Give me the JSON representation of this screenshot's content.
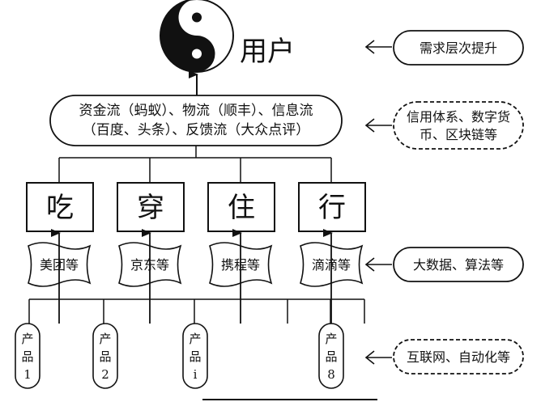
{
  "top": {
    "user_label": "用户",
    "flows_line1": "资金流（蚂蚁）、物流（顺丰）、信息流",
    "flows_line2": "（百度、头条）、反馈流（大众点评）"
  },
  "categories": [
    {
      "label": "吃",
      "platform": "美团等"
    },
    {
      "label": "穿",
      "platform": "京东等"
    },
    {
      "label": "住",
      "platform": "携程等"
    },
    {
      "label": "行",
      "platform": "滴滴等"
    }
  ],
  "products": [
    {
      "lines": [
        "产",
        "品",
        "1"
      ]
    },
    {
      "lines": [
        "产",
        "品",
        "2"
      ]
    },
    {
      "lines": [
        "产",
        "品",
        "i"
      ]
    },
    {
      "lines": [
        "产",
        "品",
        "8"
      ]
    }
  ],
  "side_labels": [
    {
      "lines": [
        "需求层次提升"
      ]
    },
    {
      "lines": [
        "信用体系、数字货",
        "币、区块链等"
      ]
    },
    {
      "lines": [
        "大数据、算法等"
      ]
    },
    {
      "lines": [
        "互联网、自动化等"
      ]
    }
  ],
  "colors": {
    "stroke": "#111111",
    "background": "#ffffff"
  }
}
